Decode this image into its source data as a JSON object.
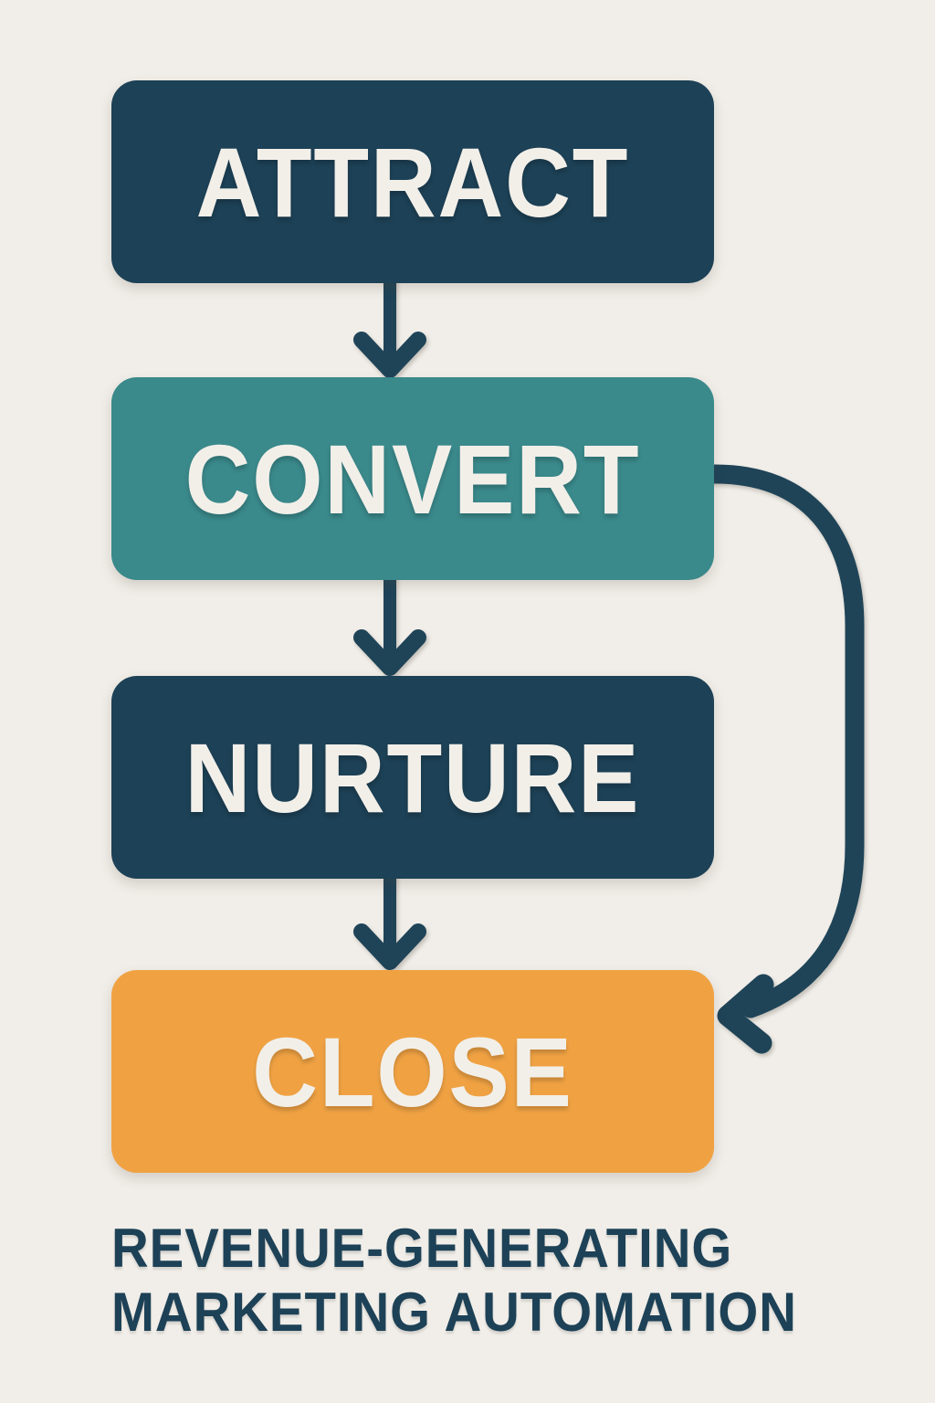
{
  "diagram": {
    "title_caption": {
      "full_text": "REVENUE-GENERATING MARKETING AUTOMATION",
      "lines": [
        "REVENUE-GENERATING",
        "MARKETING AUTOMATION"
      ]
    },
    "steps": [
      {
        "id": "attract",
        "label": "ATTRACT",
        "fill": "#1d4156"
      },
      {
        "id": "convert",
        "label": "CONVERT",
        "fill": "#3a898b"
      },
      {
        "id": "nurture",
        "label": "NURTURE",
        "fill": "#1d4156"
      },
      {
        "id": "close",
        "label": "CLOSE",
        "fill": "#f0a243"
      }
    ],
    "connections": [
      {
        "from": "ATTRACT",
        "to": "CONVERT",
        "style": "straight-down-arrow"
      },
      {
        "from": "CONVERT",
        "to": "NURTURE",
        "style": "straight-down-arrow"
      },
      {
        "from": "NURTURE",
        "to": "CLOSE",
        "style": "straight-down-arrow"
      },
      {
        "from": "CONVERT",
        "to": "CLOSE",
        "style": "curved-right-bypass-arrow"
      }
    ],
    "colors": {
      "background": "#f1eee9",
      "navy": "#1d4156",
      "teal": "#3a898b",
      "orange": "#f0a243",
      "box_text": "#f2efe9",
      "arrow": "#1f4458"
    }
  }
}
